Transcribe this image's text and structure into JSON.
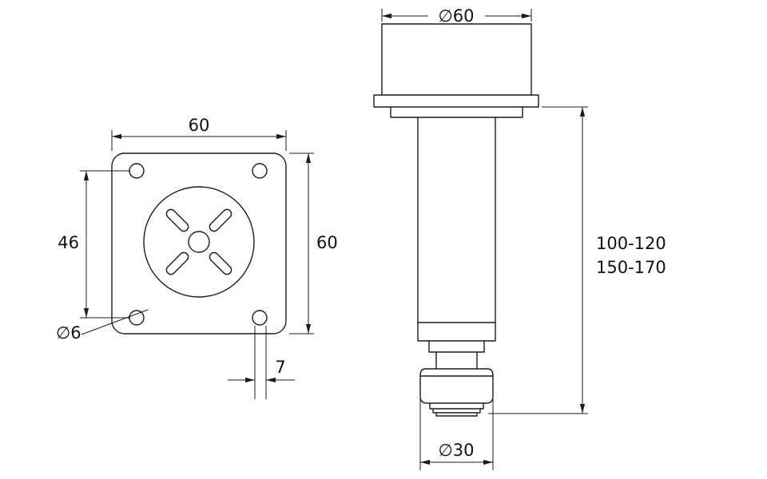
{
  "front_view": {
    "width": "60",
    "height": "60",
    "hole_spacing": "46",
    "hole_diameter": "∅6",
    "hole_offset": "7"
  },
  "side_view": {
    "top_diameter": "∅60",
    "height_range_a": "100-120",
    "height_range_b": "150-170",
    "foot_diameter": "∅30"
  },
  "style": {
    "line_color": "#1c1c1c",
    "background": "#ffffff"
  }
}
